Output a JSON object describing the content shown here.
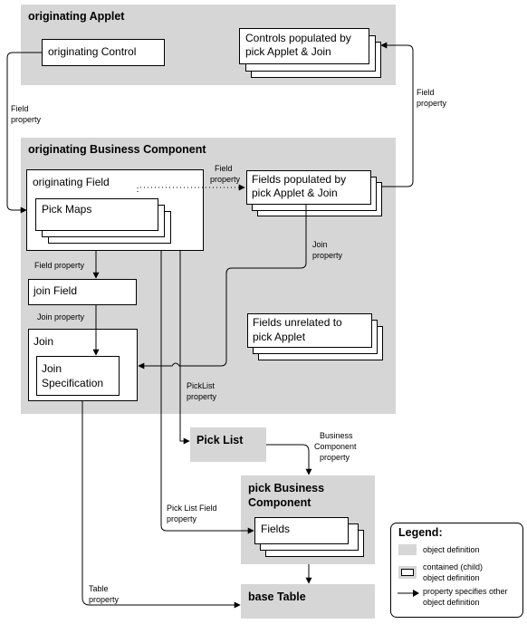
{
  "regions": {
    "originating_applet": "originating Applet",
    "originating_bc": "originating Business Component",
    "pick_bc_line1": "pick Business",
    "pick_bc_line2": "Component",
    "pick_list": "Pick List",
    "base_table": "base Table"
  },
  "boxes": {
    "originating_control": "originating Control",
    "controls_populated": [
      "Controls populated by",
      "pick Applet & Join"
    ],
    "originating_field": "originating Field",
    "pick_maps": "Pick Maps",
    "fields_populated": [
      "Fields populated by",
      "pick Applet & Join"
    ],
    "join_field": "join Field",
    "join": "Join",
    "join_specification": [
      "Join",
      "Specification"
    ],
    "fields_unrelated": [
      "Fields unrelated to",
      "pick Applet"
    ],
    "fields": "Fields"
  },
  "edge_labels": {
    "field_property_left": [
      "Field",
      "property"
    ],
    "field_property_right": [
      "Field",
      "property"
    ],
    "field_property_mid": [
      "Field",
      "property"
    ],
    "join_property_right": [
      "Join",
      "property"
    ],
    "field_property_below": "Field property",
    "join_property_below": "Join property",
    "picklist_property": [
      "PickList",
      "property"
    ],
    "bc_property": [
      "Business",
      "Component",
      "property"
    ],
    "picklist_field_property": [
      "Pick List Field",
      "property"
    ],
    "table_property": [
      "Table",
      "property"
    ]
  },
  "legend": {
    "title": "Legend:",
    "object_definition": "object definition",
    "contained": [
      "contained (child)",
      "object definition"
    ],
    "property_specifies": [
      "property specifies other",
      "object definition"
    ]
  }
}
